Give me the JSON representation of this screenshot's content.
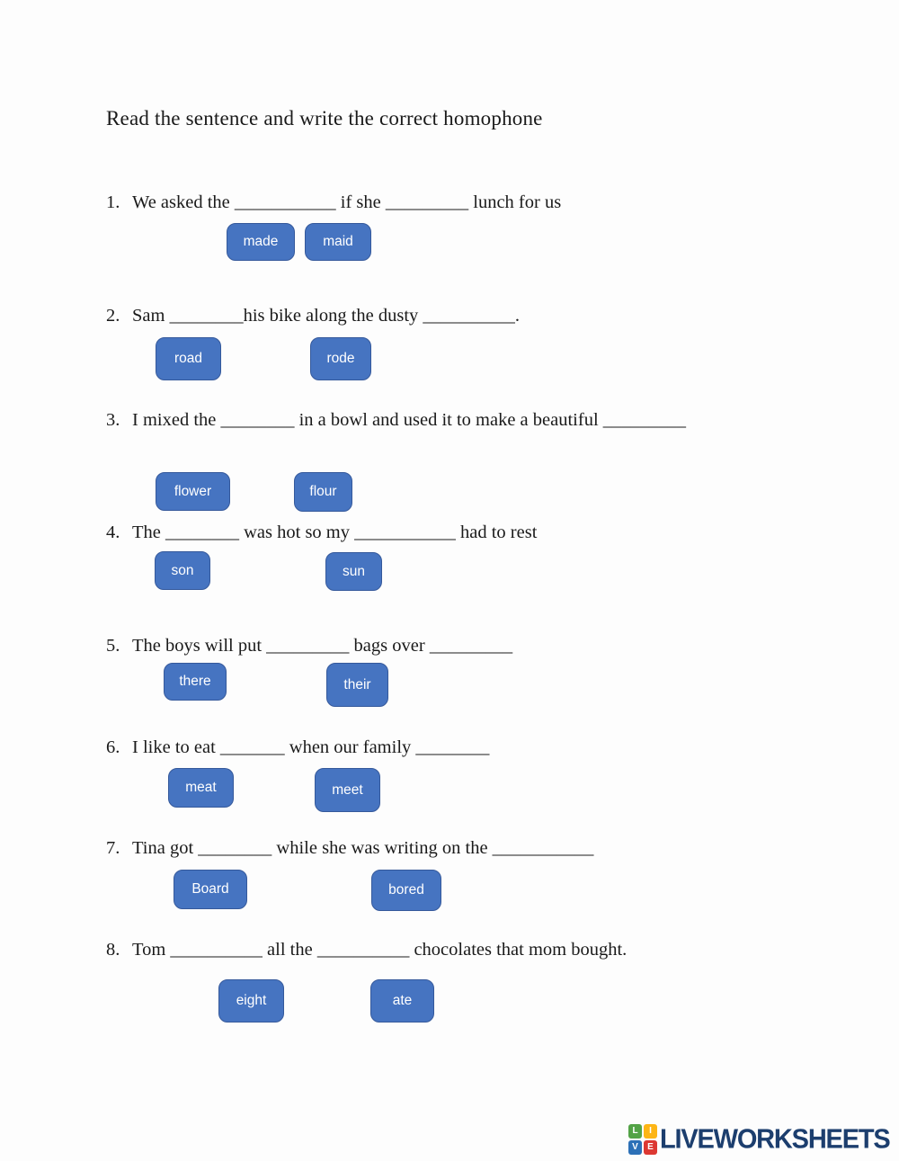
{
  "title": "Read the sentence and write the correct homophone",
  "theme": {
    "word_button_bg": "#4674C1",
    "word_button_border": "#35599B",
    "word_button_text": "#FFFFFF",
    "logo_text_color": "#1C3E6E"
  },
  "questions": [
    {
      "number": "1.",
      "text": "We asked the ___________ if she _________ lunch for us",
      "words": [
        "made",
        "maid"
      ]
    },
    {
      "number": "2.",
      "text": "Sam ________his bike along the dusty __________.",
      "words": [
        "road",
        "rode"
      ]
    },
    {
      "number": "3.",
      "text": "I mixed the ________ in a bowl and used it to make a beautiful _________",
      "words": [
        "flower",
        "flour"
      ]
    },
    {
      "number": "4.",
      "text": "The ________ was hot so my ___________ had to rest",
      "words": [
        "son",
        "sun"
      ]
    },
    {
      "number": "5.",
      "text": "The boys will put _________ bags over _________",
      "words": [
        "there",
        "their"
      ]
    },
    {
      "number": "6.",
      "text": "I like to eat _______ when our family ________",
      "words": [
        "meat",
        "meet"
      ]
    },
    {
      "number": "7.",
      "text": "Tina got ________ while she was writing on the ___________",
      "words": [
        "Board",
        "bored"
      ]
    },
    {
      "number": "8.",
      "text": "Tom __________ all the __________ chocolates that mom bought.",
      "words": [
        "eight",
        "ate"
      ]
    }
  ],
  "footer": {
    "logo_text": "LIVEWORKSHEETS",
    "logo_squares": [
      {
        "letter": "L",
        "color": "#53A346"
      },
      {
        "letter": "I",
        "color": "#FDB515"
      },
      {
        "letter": "V",
        "color": "#2C70B7"
      },
      {
        "letter": "E",
        "color": "#DC3832"
      }
    ]
  }
}
